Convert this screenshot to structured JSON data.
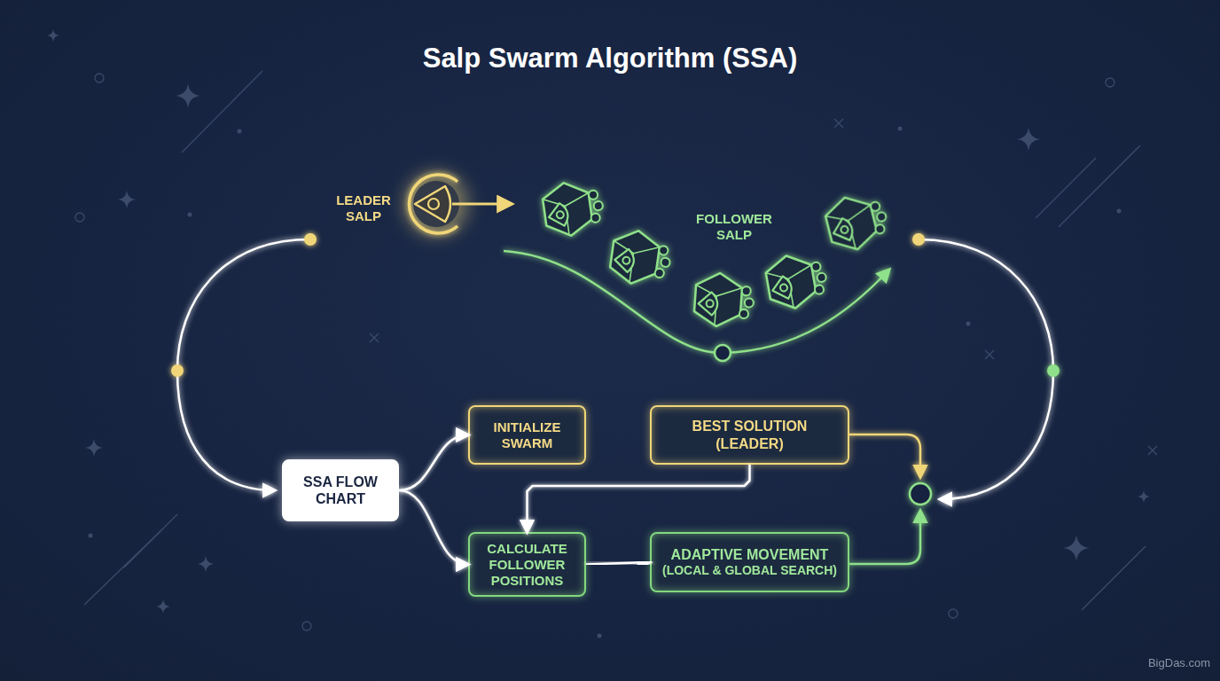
{
  "diagram": {
    "title": "Salp Swarm Algorithm (SSA)",
    "nodes": [
      {
        "text": [
          "SSA FLOW CHART"
        ]
      },
      {
        "text": [
          "INITIALIZE SWARM"
        ]
      },
      {
        "text": [
          "BEST SOLUTION (LEADER)"
        ]
      },
      {
        "text": [
          "CALCULATE FOLLOWER POSITIONS"
        ]
      },
      {
        "text": [
          "ADAPTIVE MOVEMENT",
          "(LOCAL & GLOBAL SEARCH)"
        ]
      }
    ],
    "edges": [
      {
        "from": 0,
        "to": 1,
        "arrow": "to"
      },
      {
        "from": 0,
        "to": 3,
        "arrow": "to"
      },
      {
        "from": 1,
        "to": 2,
        "arrow": "to"
      },
      {
        "from": 2,
        "to": 3,
        "arrow": "to"
      },
      {
        "from": 3,
        "to": 4,
        "arrow": "to"
      }
    ],
    "labels": [
      "LEADER SALP",
      "FOLLOWER SALP",
      "BigDas.com"
    ]
  }
}
